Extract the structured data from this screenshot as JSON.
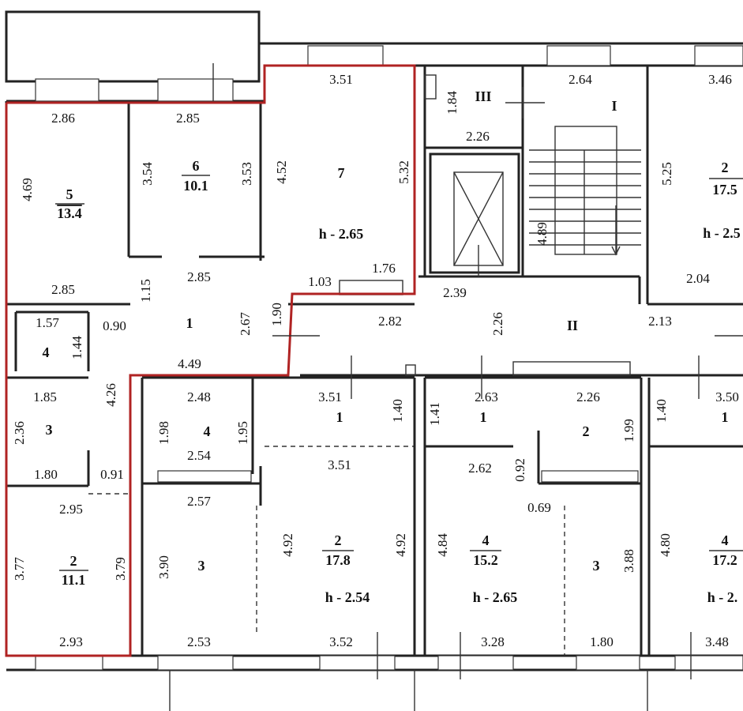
{
  "rooms": {
    "r5": {
      "num": "5",
      "area": "13.4"
    },
    "r6": {
      "num": "6",
      "area": "10.1"
    },
    "r7": {
      "num": "7"
    },
    "r4_left": {
      "num": "4"
    },
    "r3_left": {
      "num": "3"
    },
    "r2_left": {
      "num": "2",
      "area": "11.1"
    },
    "r1_hall_left": {
      "num": "1"
    },
    "hall_II": {
      "num": "II"
    },
    "stair_I": {
      "num": "I"
    },
    "room_III": {
      "num": "III"
    },
    "right_top_2": {
      "num": "2",
      "area": "17.5"
    },
    "a2_r4": {
      "num": "4"
    },
    "a2_r1": {
      "num": "1"
    },
    "a2_r3": {
      "num": "3"
    },
    "a2_r2": {
      "num": "2",
      "area": "17.8"
    },
    "a3_r1": {
      "num": "1"
    },
    "a3_r2": {
      "num": "2"
    },
    "a3_r4": {
      "num": "4",
      "area": "15.2"
    },
    "a3_r3": {
      "num": "3"
    },
    "a4_r1": {
      "num": "1"
    },
    "a4_r4": {
      "num": "4",
      "area": "17.2"
    }
  },
  "heights": {
    "h7": "h - 2.65",
    "h_right_top": "h - 2.5",
    "h_a2": "h - 2.54",
    "h_a3": "h - 2.65",
    "h_a4": "h - 2."
  },
  "dims": {
    "d_286": "2.86",
    "d_285a": "2.85",
    "d_351a": "3.51",
    "d_264": "2.64",
    "d_346": "3.46",
    "d_469": "4.69",
    "d_354": "3.54",
    "d_353": "3.53",
    "d_452": "4.52",
    "d_532": "5.32",
    "d_184": "1.84",
    "d_226a": "2.26",
    "d_525": "5.25",
    "d_489": "4.89",
    "d_285b": "2.85",
    "d_115": "1.15",
    "d_285c": "2.85",
    "d_176": "1.76",
    "d_103": "1.03",
    "d_239": "2.39",
    "d_204": "2.04",
    "d_157": "1.57",
    "d_090": "0.90",
    "d_190": "1.90",
    "d_282": "2.82",
    "d_226b": "2.26",
    "d_213": "2.13",
    "d_144": "1.44",
    "d_267": "2.67",
    "d_449": "4.49",
    "d_185": "1.85",
    "d_426": "4.26",
    "d_248": "2.48",
    "d_351b": "3.51",
    "d_263": "2.63",
    "d_226c": "2.26",
    "d_350": "3.50",
    "d_236": "2.36",
    "d_198": "1.98",
    "d_195": "1.95",
    "d_140a": "1.40",
    "d_141": "1.41",
    "d_199": "1.99",
    "d_140b": "1.40",
    "d_254": "2.54",
    "d_351c": "3.51",
    "d_262": "2.62",
    "d_092": "0.92",
    "d_180a": "1.80",
    "d_091": "0.91",
    "d_295": "2.95",
    "d_257": "2.57",
    "d_069": "0.69",
    "d_377": "3.77",
    "d_379": "3.79",
    "d_390": "3.90",
    "d_492a": "4.92",
    "d_492b": "4.92",
    "d_484": "4.84",
    "d_388": "3.88",
    "d_480": "4.80",
    "d_293": "2.93",
    "d_253": "2.53",
    "d_352": "3.52",
    "d_328": "3.28",
    "d_180b": "1.80",
    "d_348": "3.48"
  },
  "colors": {
    "wall": "#222222",
    "highlight": "#b02323",
    "background": "#ffffff"
  }
}
